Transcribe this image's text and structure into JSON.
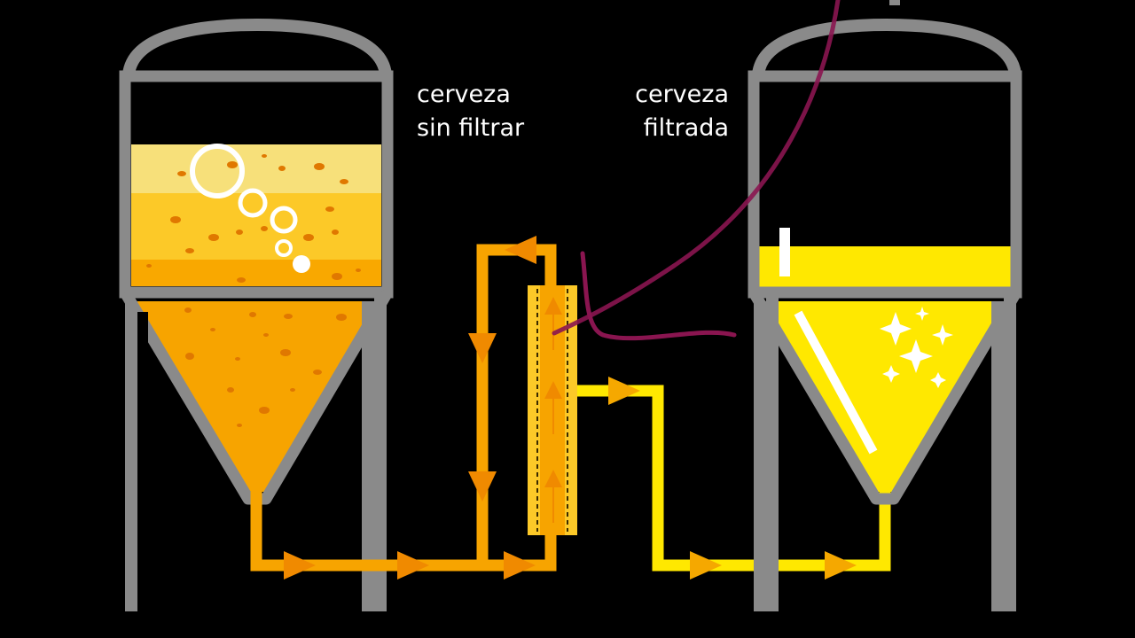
{
  "labels": {
    "unfiltered": {
      "line1": "cerveza",
      "line2": "sin filtrar"
    },
    "filtered": {
      "line1": "cerveza",
      "line2": "filtrada"
    }
  },
  "colors": {
    "background": "#000000",
    "tank_frame": "#8a8a8a",
    "unfiltered_beer_top": "#f7e07a",
    "unfiltered_beer_mid": "#fcc928",
    "unfiltered_beer_deep": "#f9a800",
    "sediment_cone": "#f7a400",
    "unfiltered_pipe": "#f7a400",
    "filtered_beer": "#ffe800",
    "filtered_pipe": "#ffe800",
    "flow_arrow_orange": "#f08a00",
    "flow_arrow_yellow": "#f5a800",
    "filter_housing": "#fcc928",
    "dosing_line": "#8a1550",
    "particles": "#e07800",
    "bubbles": "#ffffff",
    "sparkles": "#ffffff"
  },
  "icons": [
    "bubble-icon",
    "sparkle-icon",
    "flow-arrow-icon",
    "thermometer-icon"
  ]
}
